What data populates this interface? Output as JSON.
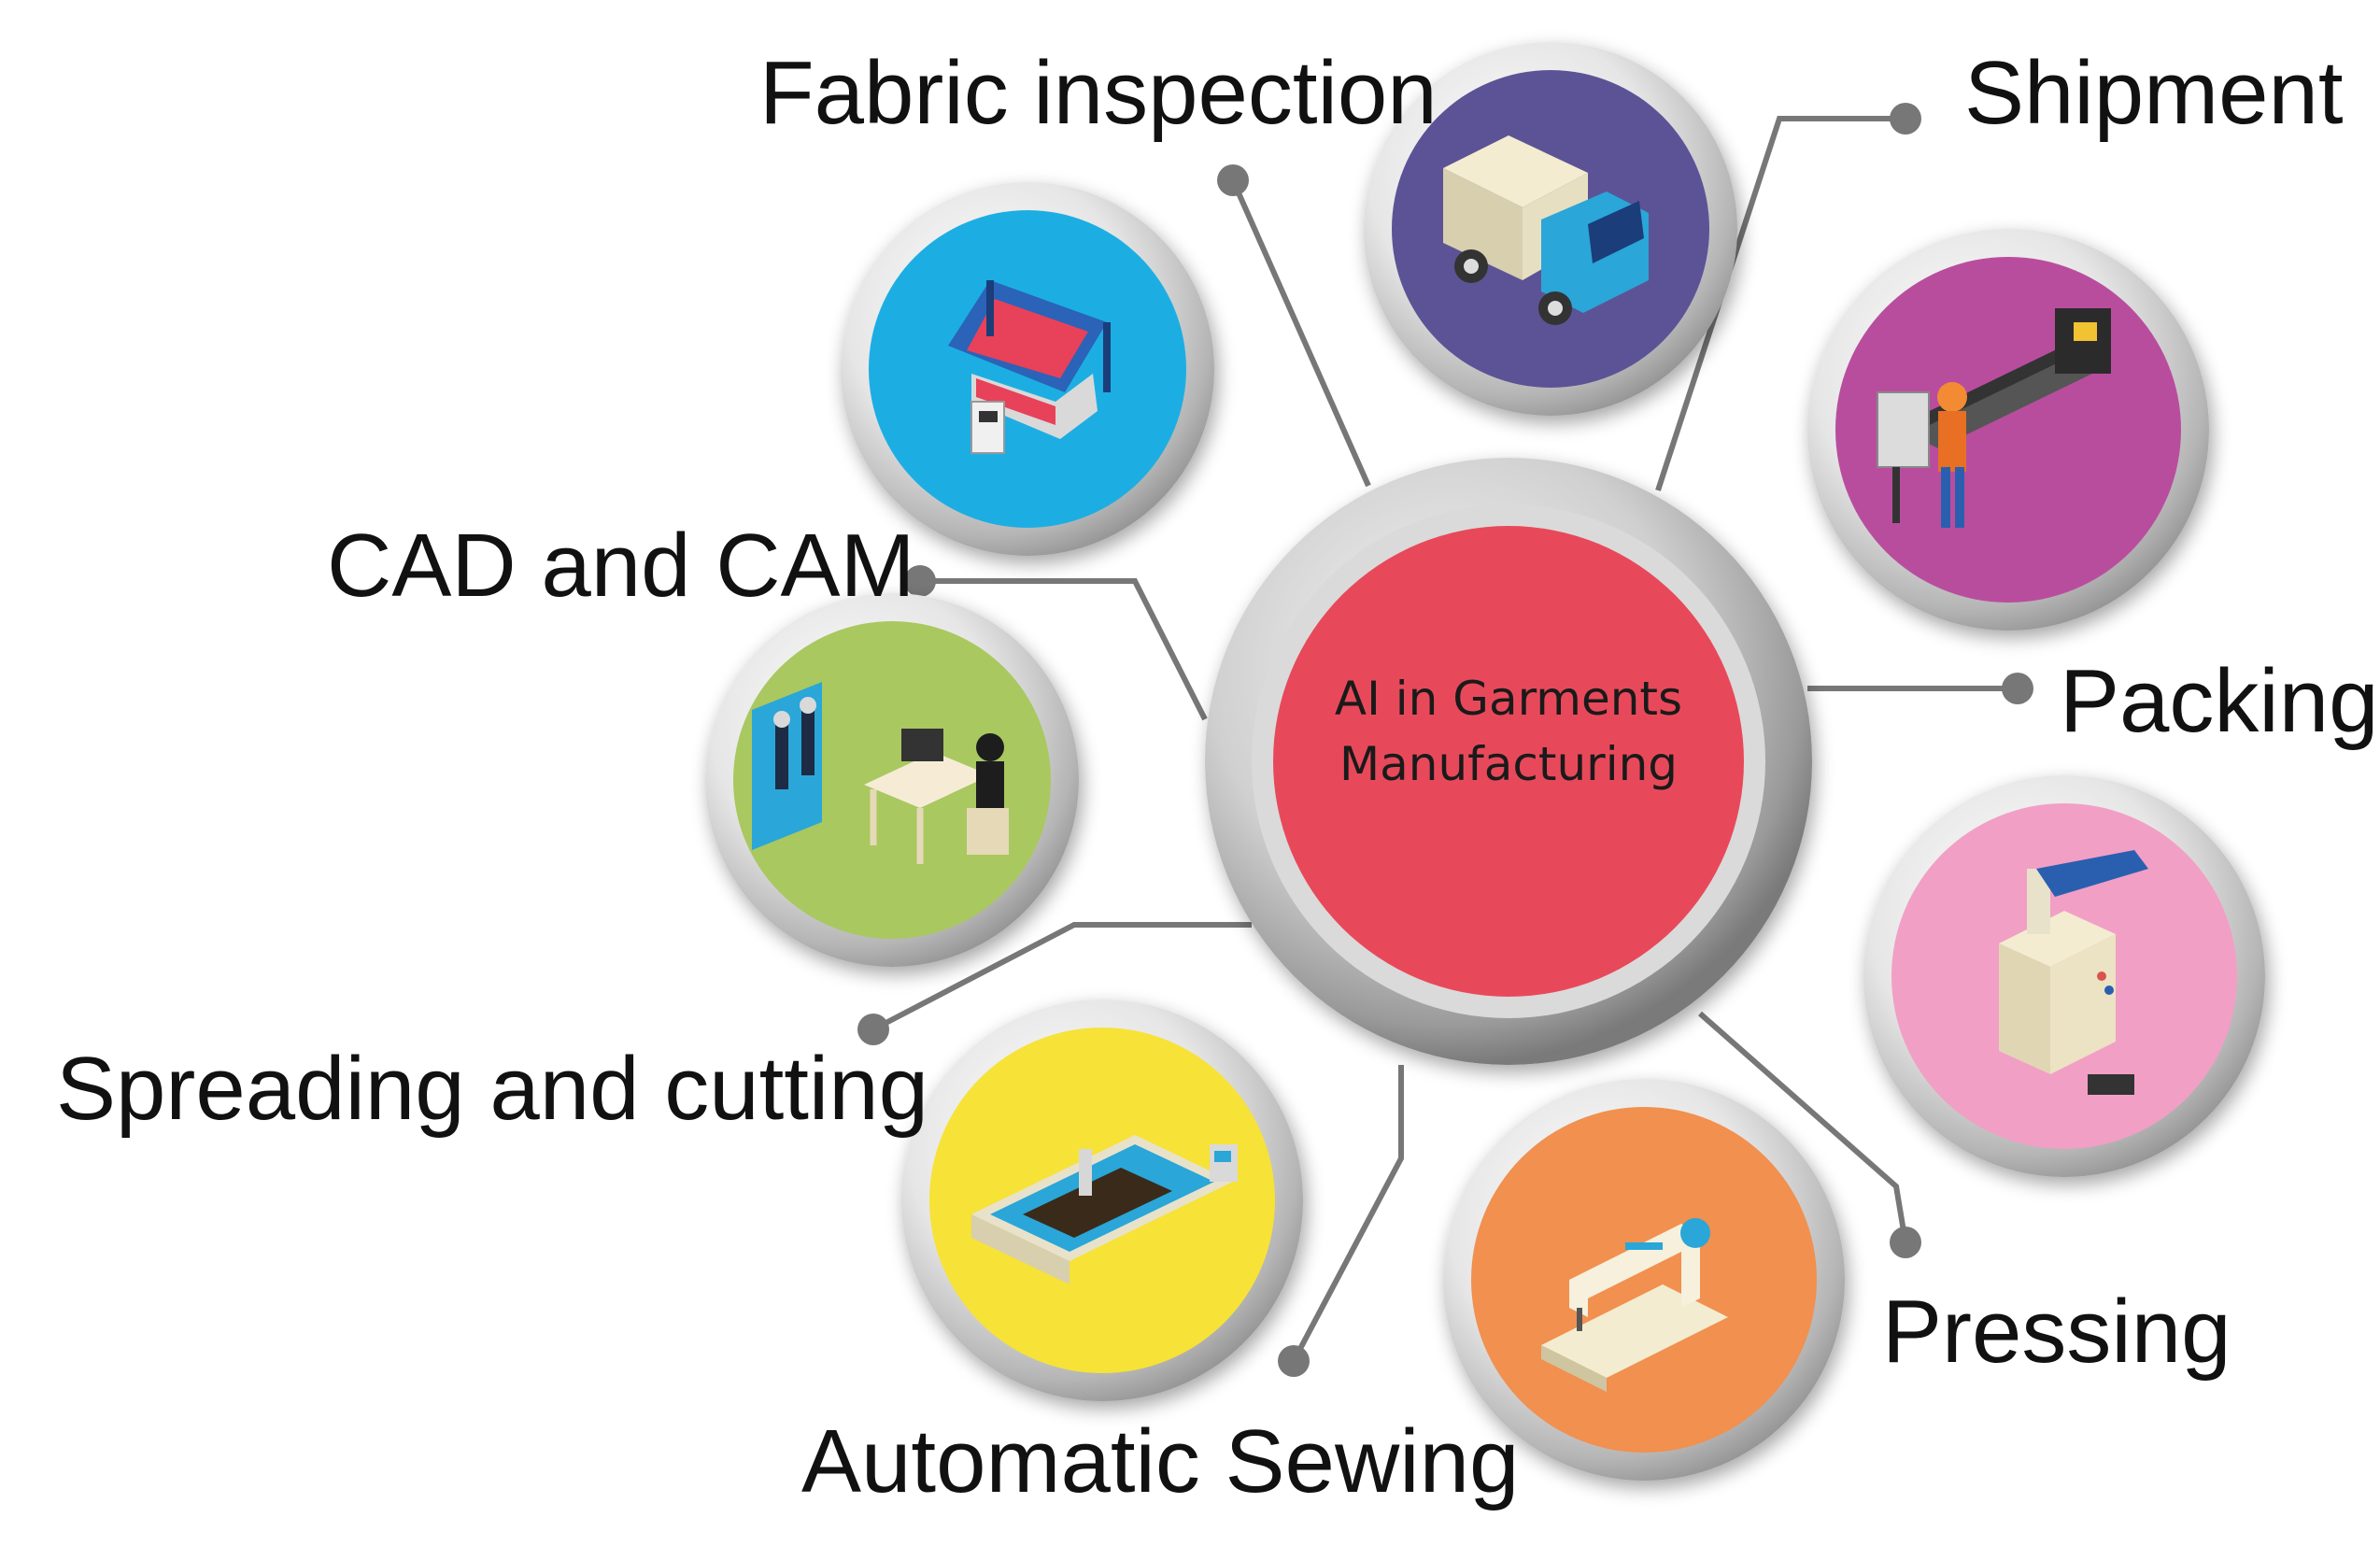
{
  "center": {
    "line1": "AI in Garments",
    "line2": "Manufacturing"
  },
  "colors": {
    "center": "#e84a5a",
    "fabric_inspection": "#1aaee3",
    "shipment": "#5b5296",
    "packing": "#b94d9d",
    "cad_cam": "#a9c861",
    "pressing": "#f29fc5",
    "spreading": "#f7e238",
    "sewing": "#f1904f",
    "connector": "#777777"
  },
  "stages": [
    {
      "id": "fabric_inspection",
      "label": "Fabric inspection",
      "icon": "fabric-inspection-machine-icon"
    },
    {
      "id": "shipment",
      "label": "Shipment",
      "icon": "delivery-truck-icon"
    },
    {
      "id": "packing",
      "label": "Packing",
      "icon": "packing-conveyor-worker-icon"
    },
    {
      "id": "cad_cam",
      "label": "CAD and CAM",
      "icon": "cad-designer-mannequins-icon"
    },
    {
      "id": "pressing",
      "label": "Pressing",
      "icon": "pressing-machine-icon"
    },
    {
      "id": "spreading",
      "label": "Spreading and cutting",
      "icon": "cutting-table-icon"
    },
    {
      "id": "sewing",
      "label": "Automatic Sewing",
      "icon": "sewing-machine-icon"
    }
  ]
}
